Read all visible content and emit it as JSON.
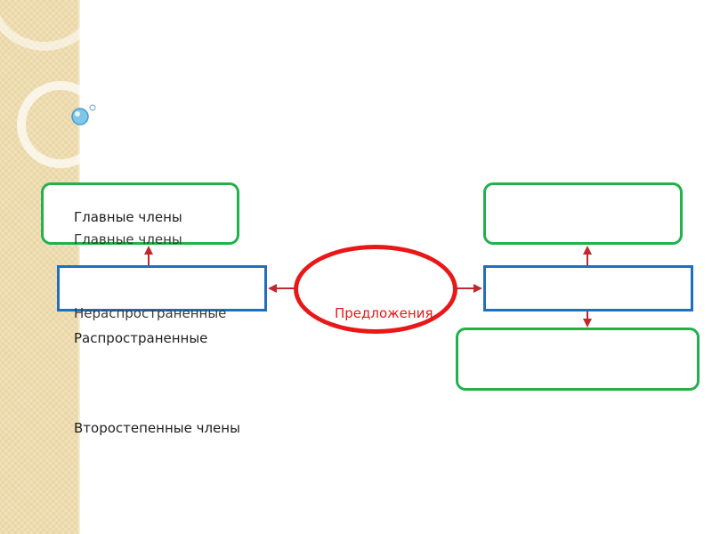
{
  "diagram": {
    "texts": {
      "main_members_1": "Главные члены",
      "main_members_2": "Главные члены",
      "non_extended": "Нераспространенные",
      "extended": "Распространенные",
      "secondary_members": "Второстепенные члены",
      "sentences": "Предложения"
    },
    "colors": {
      "ellipse_stroke": "#e81818",
      "green_box": "#22b14c",
      "blue_box": "#1f6fbf",
      "arrow": "#c0282e"
    }
  }
}
